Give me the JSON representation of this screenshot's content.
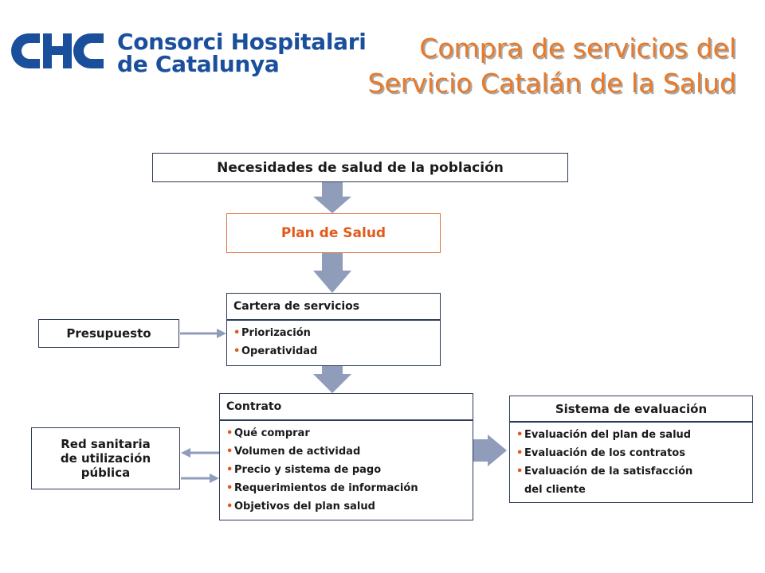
{
  "header": {
    "org_line1": "Consorci Hospitalari",
    "org_line2": "de Catalunya",
    "title_line1": "Compra de servicios del",
    "title_line2": "Servicio Catalán de la Salud"
  },
  "diagram": {
    "necesidades": "Necesidades de salud de la población",
    "plan": "Plan de Salud",
    "presupuesto": "Presupuesto",
    "cartera": {
      "title": "Cartera de servicios",
      "items": [
        "Priorización",
        "Operatividad"
      ]
    },
    "contrato": {
      "title": "Contrato",
      "items": [
        "Qué comprar",
        "Volumen de actividad",
        "Precio y sistema de pago",
        "Requerimientos de información",
        "Objetivos del plan salud"
      ]
    },
    "red_line1": "Red sanitaria",
    "red_line2": "de utilización",
    "red_line3": "pública",
    "evaluacion": {
      "title": "Sistema de evaluación",
      "items": [
        "Evaluación del plan de salud",
        "Evaluación de los contratos",
        "Evaluación de la satisfacción"
      ],
      "continuation": "del cliente"
    }
  },
  "colors": {
    "brand_blue": "#1a4f9c",
    "title_orange": "#e87a2a",
    "plan_orange": "#e05a1c",
    "arrow_gray": "#8f9cba",
    "border": "#2b3a55"
  }
}
